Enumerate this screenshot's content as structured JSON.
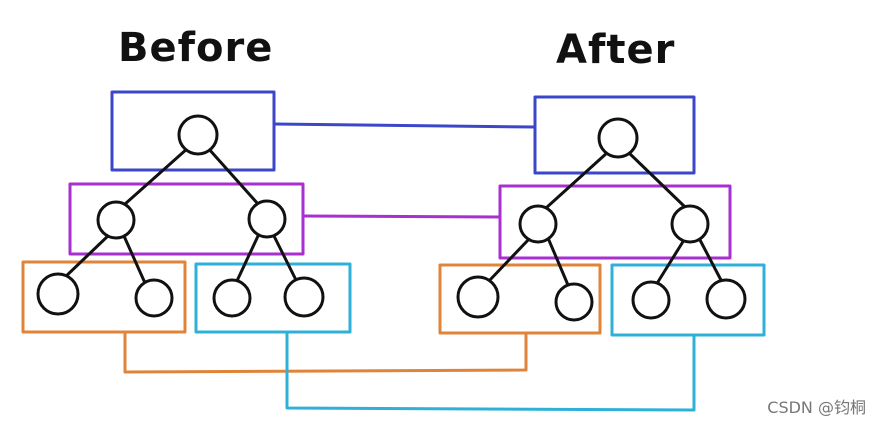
{
  "titles": {
    "before": "Before",
    "after": "After"
  },
  "watermark": "CSDN @钧桐",
  "colors": {
    "level1": "#3b46c8",
    "level2": "#a82fd0",
    "level3_left": "#e0843a",
    "level3_right": "#2eb0d8",
    "node": "#111111"
  }
}
